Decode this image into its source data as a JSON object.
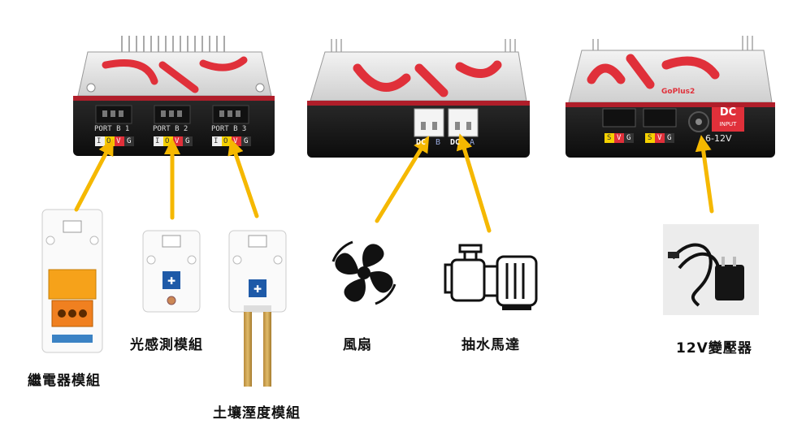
{
  "devices": {
    "left": {
      "ports": [
        {
          "name": "PORT B 1",
          "pins": [
            "I",
            "O",
            "V",
            "G"
          ]
        },
        {
          "name": "PORT B 2",
          "pins": [
            "I",
            "O",
            "V",
            "G"
          ]
        },
        {
          "name": "PORT B 3",
          "pins": [
            "I",
            "O",
            "V",
            "G"
          ]
        }
      ]
    },
    "middle": {
      "ports": [
        {
          "name": "DC",
          "sub": "B"
        },
        {
          "name": "DC",
          "sub": "A"
        }
      ]
    },
    "right": {
      "brand": "GoPlus2",
      "dc_badge_top": "DC",
      "dc_badge_bottom": "INPUT",
      "voltage": "6-12V",
      "servo_pins": [
        "S",
        "V",
        "G"
      ]
    }
  },
  "labels": {
    "relay": "繼電器模組",
    "light": "光感測模組",
    "soil": "土壤溼度模組",
    "fan": "風扇",
    "pump": "抽水馬達",
    "adapter": "12V變壓器"
  },
  "accent_color": "#F5B800"
}
